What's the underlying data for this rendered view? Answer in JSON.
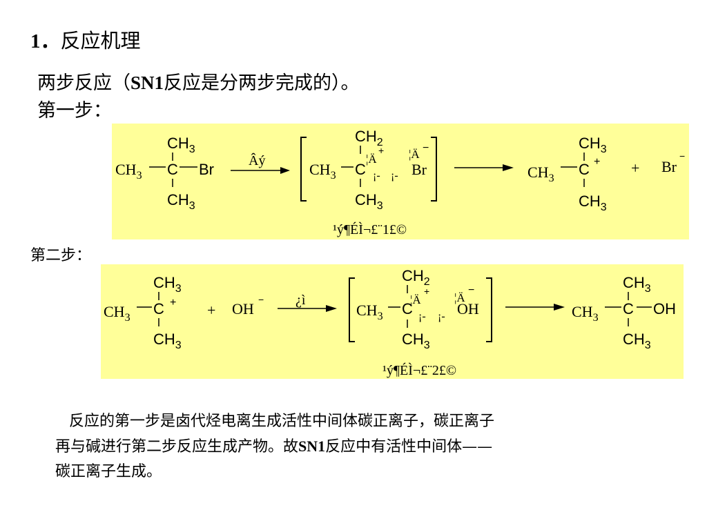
{
  "heading": {
    "num": "1．",
    "title": "反应机理"
  },
  "intro": {
    "prefix": "两步反应（",
    "sn1": "SN1",
    "suffix": "反应是分两步完成的）。"
  },
  "step1_label": "第一步：",
  "step2_label": "第二步：",
  "step1": {
    "reactant": {
      "ch3_top": "CH3",
      "ch3_left": "CH3",
      "c": "C",
      "br": "Br",
      "ch3_bottom": "CH3"
    },
    "arrow_label": "Âý",
    "ts": {
      "ch2_top": "CH2",
      "ch3_left": "CH3",
      "c": "C",
      "partial_plus": "¦Ä",
      "plus": "+",
      "dots1": "¡-",
      "dots2": "¡-",
      "partial_minus": "¦Ä",
      "minus": "−",
      "br": "Br",
      "ch3_bottom": "CH3"
    },
    "product": {
      "ch3_top": "CH3",
      "ch3_left": "CH3",
      "c": "C",
      "plus": "+",
      "ch3_bottom": "CH3",
      "plus_sign": "+",
      "br": "Br",
      "minus": "−"
    },
    "ts_caption": "¹ý¶ÉÌ¬£¨1£©"
  },
  "step2": {
    "reactant": {
      "ch3_top": "CH3",
      "ch3_left": "CH3",
      "c": "C",
      "plus": "+",
      "ch3_bottom": "CH3",
      "plus_sign": "+",
      "oh": "OH",
      "minus": "−"
    },
    "arrow_label": "¿ì",
    "ts": {
      "ch2_top": "CH2",
      "ch3_left": "CH3",
      "c": "C",
      "partial_plus": "¦Ä",
      "plus": "+",
      "dots1": "¡-",
      "dots2": "¡-",
      "partial_minus": "¦Ä",
      "minus": "−",
      "oh": "OH",
      "ch3_bottom": "CH3"
    },
    "product": {
      "ch3_top": "CH3",
      "ch3_left": "CH3",
      "c": "C",
      "oh": "OH",
      "ch3_bottom": "CH3"
    },
    "ts_caption": "¹ý¶ÉÌ¬£¨2£©"
  },
  "paragraph": {
    "line1": "反应的第一步是卤代烃电离生成活性中间体碳正离子，碳正离子",
    "line2_a": "再与碱进行第二步反应生成产物。故",
    "line2_sn1": "SN1",
    "line2_b": "反应中有活性中间体——",
    "line3": "碳正离子生成。"
  }
}
